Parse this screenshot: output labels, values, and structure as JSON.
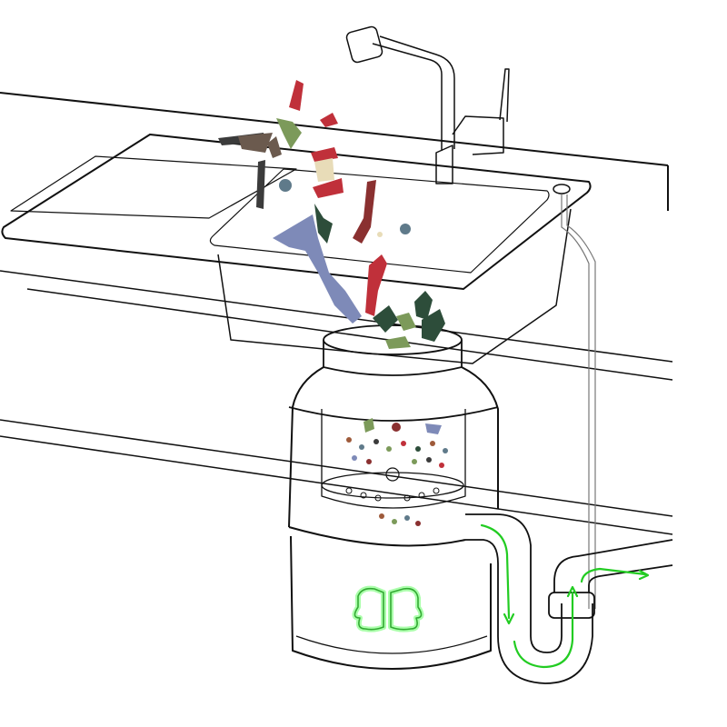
{
  "colors": {
    "line": "#111111",
    "pipe_line": "#777777",
    "flow_arrow": "#22cc22",
    "logo_glow": "#66ff66",
    "logo_line": "#33aa33",
    "debris": [
      "#c0303a",
      "#6b5a4e",
      "#7c9a5a",
      "#3b3b3b",
      "#7e8ab8",
      "#2d4d3a",
      "#8a3030",
      "#e8dcb8",
      "#5f7a8a",
      "#9e5a3a"
    ]
  },
  "icons": {
    "brand_logo": "double-loop-logo-icon",
    "flow": "arrow-right-icon"
  },
  "components": [
    "countertop",
    "double-sink",
    "faucet",
    "food-waste-debris",
    "garbage-disposal-unit",
    "grinding-chamber",
    "drain-trap-pipe",
    "water-flow-arrows"
  ]
}
